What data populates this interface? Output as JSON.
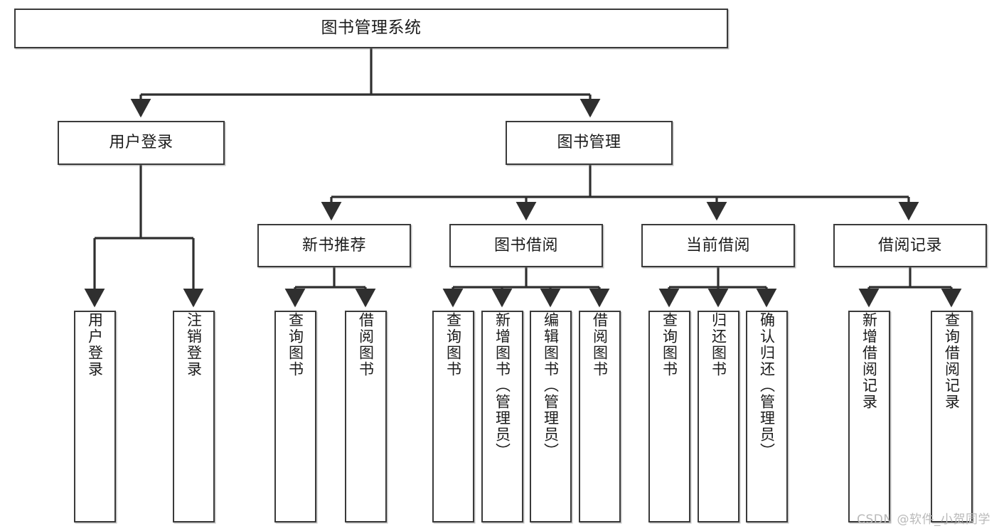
{
  "diagram": {
    "title": "图书管理系统",
    "type": "tree-structure-chart",
    "watermark": "CSDN @软件_小贺同学",
    "colors": {
      "box_border": "#3a3a3a",
      "box_fill": "#ffffff",
      "edge": "#2f2f2f",
      "text": "#1b1b1b",
      "watermark": "#b9b9b9",
      "background": "#ffffff"
    },
    "nodes": {
      "root": {
        "label": "图书管理系统"
      },
      "level1": [
        {
          "id": "user-login",
          "label": "用户登录"
        },
        {
          "id": "book-manage",
          "label": "图书管理"
        }
      ],
      "level2": [
        {
          "id": "new-book-recommend",
          "label": "新书推荐"
        },
        {
          "id": "book-borrow",
          "label": "图书借阅"
        },
        {
          "id": "current-borrow",
          "label": "当前借阅"
        },
        {
          "id": "borrow-record",
          "label": "借阅记录"
        }
      ],
      "leaves": {
        "user-login": [
          {
            "id": "leaf-user-login",
            "label": "用户登录"
          },
          {
            "id": "leaf-logout",
            "label": "注销登录"
          }
        ],
        "new-book-recommend": [
          {
            "id": "leaf-query-book-1",
            "label": "查询图书"
          },
          {
            "id": "leaf-borrow-book-1",
            "label": "借阅图书"
          }
        ],
        "book-borrow": [
          {
            "id": "leaf-query-book-2",
            "label": "查询图书"
          },
          {
            "id": "leaf-add-book",
            "label": "新增图书（管理员）"
          },
          {
            "id": "leaf-edit-book",
            "label": "编辑图书（管理员）"
          },
          {
            "id": "leaf-borrow-book-2",
            "label": "借阅图书"
          }
        ],
        "current-borrow": [
          {
            "id": "leaf-query-book-3",
            "label": "查询图书"
          },
          {
            "id": "leaf-return-book",
            "label": "归还图书"
          },
          {
            "id": "leaf-confirm-return",
            "label": "确认归还（管理员）"
          }
        ],
        "borrow-record": [
          {
            "id": "leaf-add-record",
            "label": "新增借阅记录"
          },
          {
            "id": "leaf-query-record",
            "label": "查询借阅记录"
          }
        ]
      }
    }
  }
}
